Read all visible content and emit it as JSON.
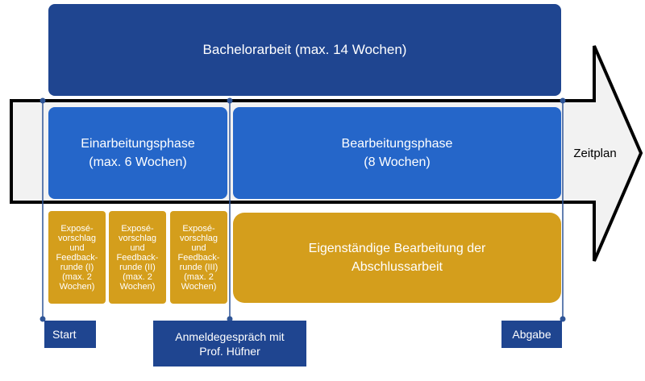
{
  "header": {
    "title": "Bachelorarbeit (max. 14 Wochen)"
  },
  "phases": {
    "einarbeitung": "Einarbeitungsphase\n(max. 6 Wochen)",
    "bearbeitung": "Bearbeitungsphase\n(8 Wochen)"
  },
  "arrow": {
    "label": "Zeitplan"
  },
  "expose": [
    "Exposé-\nvorschlag\nund\nFeedback-\nrunde (I)\n(max. 2\nWochen)",
    "Exposé-\nvorschlag\nund\nFeedback-\nrunde (II)\n(max. 2\nWochen)",
    "Exposé-\nvorschlag\nund\nFeedback-\nrunde (III)\n(max. 2\nWochen)"
  ],
  "eigenstaendig": "Eigenständige Bearbeitung der\nAbschlussarbeit",
  "milestones": {
    "start": "Start",
    "anmeldung": "Anmeldegespräch mit\nProf. Hüfner",
    "abgabe": "Abgabe"
  },
  "colors": {
    "dark_blue": "#1f4590",
    "mid_blue": "#2566c9",
    "gold": "#d49e1c",
    "arrow_fill": "#f2f2f2"
  }
}
